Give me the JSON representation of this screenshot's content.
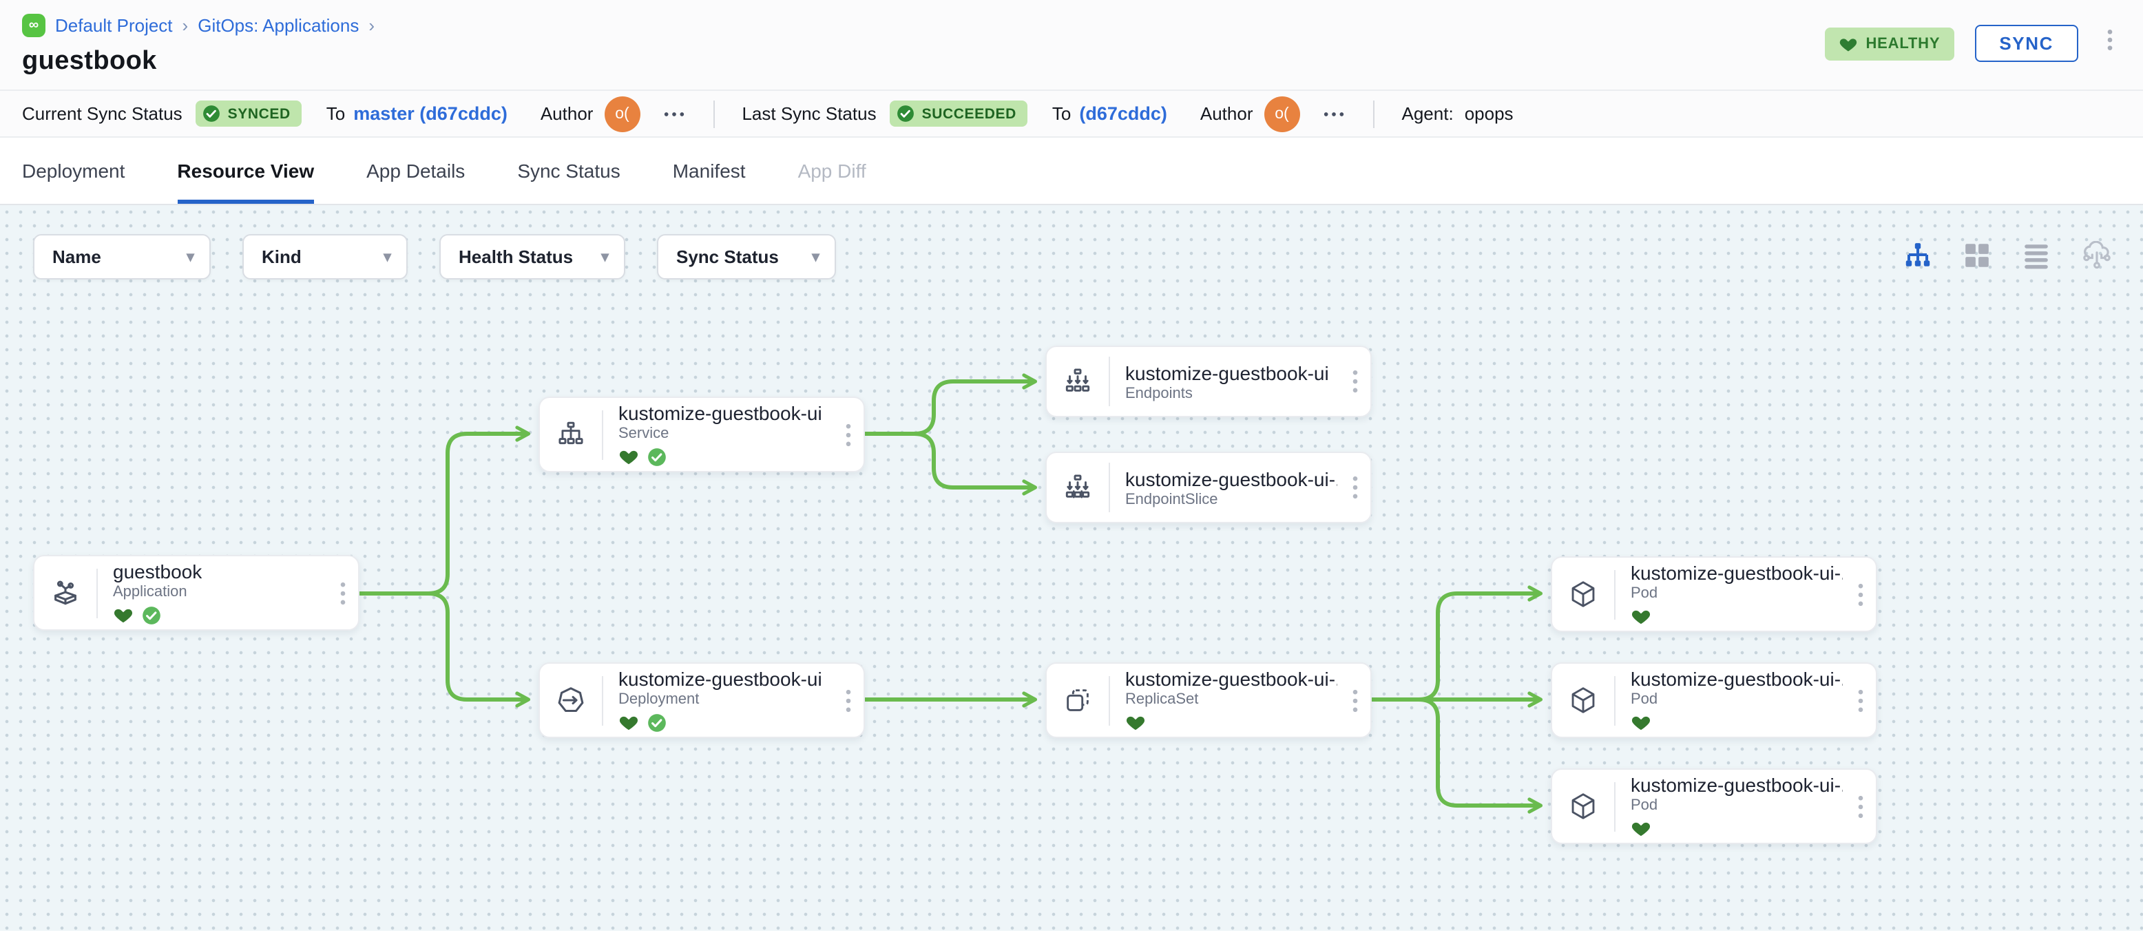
{
  "breadcrumb": {
    "project": "Default Project",
    "section": "GitOps: Applications",
    "separator": "›",
    "logo_icon": "infinity-logo"
  },
  "page": {
    "title": "guestbook"
  },
  "header": {
    "health_badge": "HEALTHY",
    "sync_button": "SYNC",
    "more_icon": "kebab-menu-icon"
  },
  "status_bar": {
    "current": {
      "label": "Current Sync Status",
      "badge": "SYNCED",
      "to_label": "To",
      "target": "master (d67cddc)",
      "author_label": "Author",
      "author_initials": "o("
    },
    "last": {
      "label": "Last Sync Status",
      "badge": "SUCCEEDED",
      "to_label": "To",
      "target": "(d67cddc)",
      "author_label": "Author",
      "author_initials": "o("
    },
    "agent": {
      "label": "Agent:",
      "value": "opops"
    }
  },
  "tabs": [
    {
      "label": "Deployment",
      "state": "normal"
    },
    {
      "label": "Resource View",
      "state": "active"
    },
    {
      "label": "App Details",
      "state": "normal"
    },
    {
      "label": "Sync Status",
      "state": "normal"
    },
    {
      "label": "Manifest",
      "state": "normal"
    },
    {
      "label": "App Diff",
      "state": "disabled"
    }
  ],
  "filters": [
    {
      "label": "Name"
    },
    {
      "label": "Kind"
    },
    {
      "label": "Health Status"
    },
    {
      "label": "Sync Status"
    }
  ],
  "view_modes": [
    "tree-view",
    "grid-view",
    "list-view",
    "cloud-view"
  ],
  "graph": {
    "nodes": [
      {
        "name": "guestbook",
        "kind": "Application",
        "health": "healthy",
        "sync": "synced"
      },
      {
        "name": "kustomize-guestbook-ui",
        "kind": "Service",
        "health": "healthy",
        "sync": "synced"
      },
      {
        "name": "kustomize-guestbook-ui",
        "kind": "Endpoints"
      },
      {
        "name": "kustomize-guestbook-ui-...",
        "kind": "EndpointSlice"
      },
      {
        "name": "kustomize-guestbook-ui",
        "kind": "Deployment",
        "health": "healthy",
        "sync": "synced"
      },
      {
        "name": "kustomize-guestbook-ui-...",
        "kind": "ReplicaSet",
        "health": "healthy"
      },
      {
        "name": "kustomize-guestbook-ui-...",
        "kind": "Pod",
        "health": "healthy"
      },
      {
        "name": "kustomize-guestbook-ui-...",
        "kind": "Pod",
        "health": "healthy"
      },
      {
        "name": "kustomize-guestbook-ui-...",
        "kind": "Pod",
        "health": "healthy"
      }
    ],
    "edges": [
      "Application→Service",
      "Application→Deployment",
      "Service→Endpoints",
      "Service→EndpointSlice",
      "Deployment→ReplicaSet",
      "ReplicaSet→Pod(1)",
      "ReplicaSet→Pod(2)",
      "ReplicaSet→Pod(3)"
    ]
  },
  "colors": {
    "accent_blue": "#2563c9",
    "link_blue": "#2e6cd9",
    "edge_green": "#6abb4e",
    "healthy_green": "#2e7d32",
    "badge_bg": "#bfe5ac",
    "canvas_bg": "#eef5f8",
    "avatar_orange": "#e8823f"
  }
}
